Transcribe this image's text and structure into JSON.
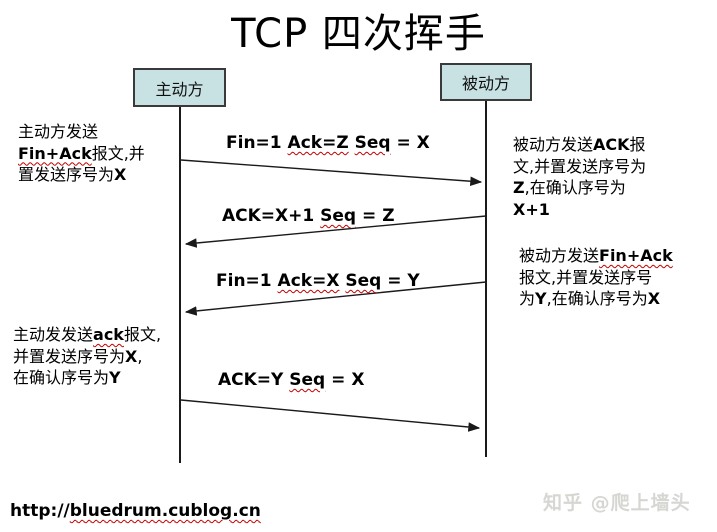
{
  "title": "TCP 四次挥手",
  "actors": {
    "active": "主动方",
    "passive": "被动方"
  },
  "messages": {
    "m1": {
      "direction": "left-to-right",
      "parts": [
        [
          {
            "t": "Fin=1 "
          },
          {
            "t": "Ack=Z",
            "w": true
          },
          {
            "t": " "
          },
          {
            "t": "Seq",
            "w": true
          },
          {
            "t": " = X"
          }
        ]
      ]
    },
    "m2": {
      "direction": "right-to-left",
      "parts": [
        [
          {
            "t": "ACK=X+1 "
          },
          {
            "t": "Seq",
            "w": true
          },
          {
            "t": " = Z"
          }
        ]
      ]
    },
    "m3": {
      "direction": "right-to-left",
      "parts": [
        [
          {
            "t": "Fin=1 "
          },
          {
            "t": "Ack=X",
            "w": true
          },
          {
            "t": " "
          },
          {
            "t": "Seq",
            "w": true
          },
          {
            "t": " = Y"
          }
        ]
      ]
    },
    "m4": {
      "direction": "left-to-right",
      "parts": [
        [
          {
            "t": "ACK=Y "
          },
          {
            "t": "Seq",
            "w": true
          },
          {
            "t": " = X"
          }
        ]
      ]
    }
  },
  "notes": {
    "active_send_fin": {
      "parts": [
        [
          {
            "t": "主动方发送"
          }
        ],
        [
          {
            "t": "Fin+Ack",
            "b": true,
            "w": true
          },
          {
            "t": "报文,并"
          }
        ],
        [
          {
            "t": "置发送序号为"
          },
          {
            "t": "X",
            "b": true
          }
        ]
      ]
    },
    "passive_send_ack": {
      "parts": [
        [
          {
            "t": "被动方发送"
          },
          {
            "t": "ACK",
            "b": true
          },
          {
            "t": "报"
          }
        ],
        [
          {
            "t": "文,并置发送序号为"
          }
        ],
        [
          {
            "t": "Z",
            "b": true
          },
          {
            "t": ",在确认序号为"
          }
        ],
        [
          {
            "t": "X+1",
            "b": true
          }
        ]
      ]
    },
    "passive_send_fin": {
      "parts": [
        [
          {
            "t": "被动方发送"
          },
          {
            "t": "Fin+Ack",
            "b": true,
            "w": true
          }
        ],
        [
          {
            "t": "报文,并置发送序号"
          }
        ],
        [
          {
            "t": "为"
          },
          {
            "t": "Y",
            "b": true
          },
          {
            "t": ",在确认序号为"
          },
          {
            "t": "X",
            "b": true
          }
        ]
      ]
    },
    "active_send_ack": {
      "parts": [
        [
          {
            "t": "主动发发送"
          },
          {
            "t": "ack",
            "b": true,
            "w": true
          },
          {
            "t": "报文,"
          }
        ],
        [
          {
            "t": "并置发送序号为"
          },
          {
            "t": "X",
            "b": true
          },
          {
            "t": ","
          }
        ],
        [
          {
            "t": "在确认序号为"
          },
          {
            "t": "Y",
            "b": true
          }
        ]
      ]
    }
  },
  "footer": {
    "url_parts": [
      [
        {
          "t": "http://"
        },
        {
          "t": "bluedrum.cublog.cn",
          "w": true
        }
      ]
    ]
  },
  "watermark": "知乎 @爬上墙头",
  "colors": {
    "actor_fill": "#c8e2e4",
    "actor_border": "#3a3a3a",
    "line": "#1a1a1a",
    "spellcheck_wavy": "#c00000",
    "watermark_text": "#d6d6d2"
  }
}
